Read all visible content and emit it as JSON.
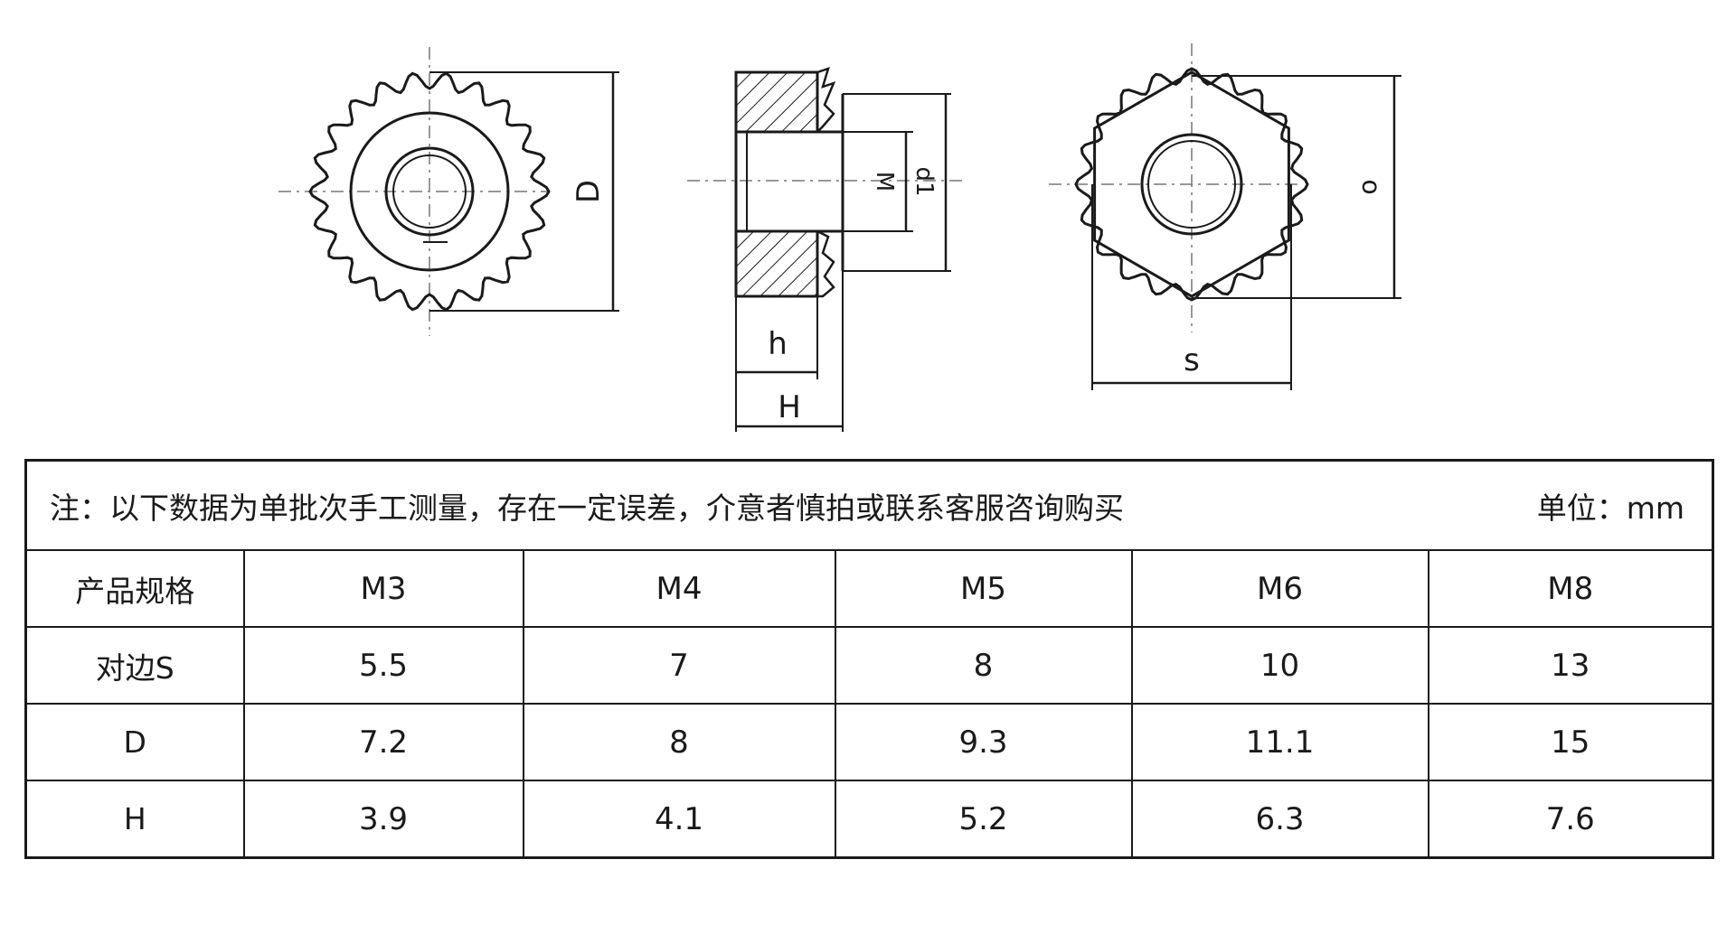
{
  "drawing": {
    "label_D": "D",
    "label_h": "h",
    "label_H": "H",
    "label_s": "s",
    "label_M": "M",
    "label_d1": "d1",
    "label_circle": "o"
  },
  "table": {
    "note": "注：以下数据为单批次手工测量，存在一定误差，介意者慎拍或联系客服咨询购买",
    "unit": "单位：mm",
    "header": {
      "label": "产品规格",
      "sizes": [
        "M3",
        "M4",
        "M5",
        "M6",
        "M8"
      ]
    },
    "rows": [
      {
        "label": "对边S",
        "values": [
          "5.5",
          "7",
          "8",
          "10",
          "13"
        ]
      },
      {
        "label": "D",
        "values": [
          "7.2",
          "8",
          "9.3",
          "11.1",
          "15"
        ]
      },
      {
        "label": "H",
        "values": [
          "3.9",
          "4.1",
          "5.2",
          "6.3",
          "7.6"
        ]
      }
    ]
  }
}
